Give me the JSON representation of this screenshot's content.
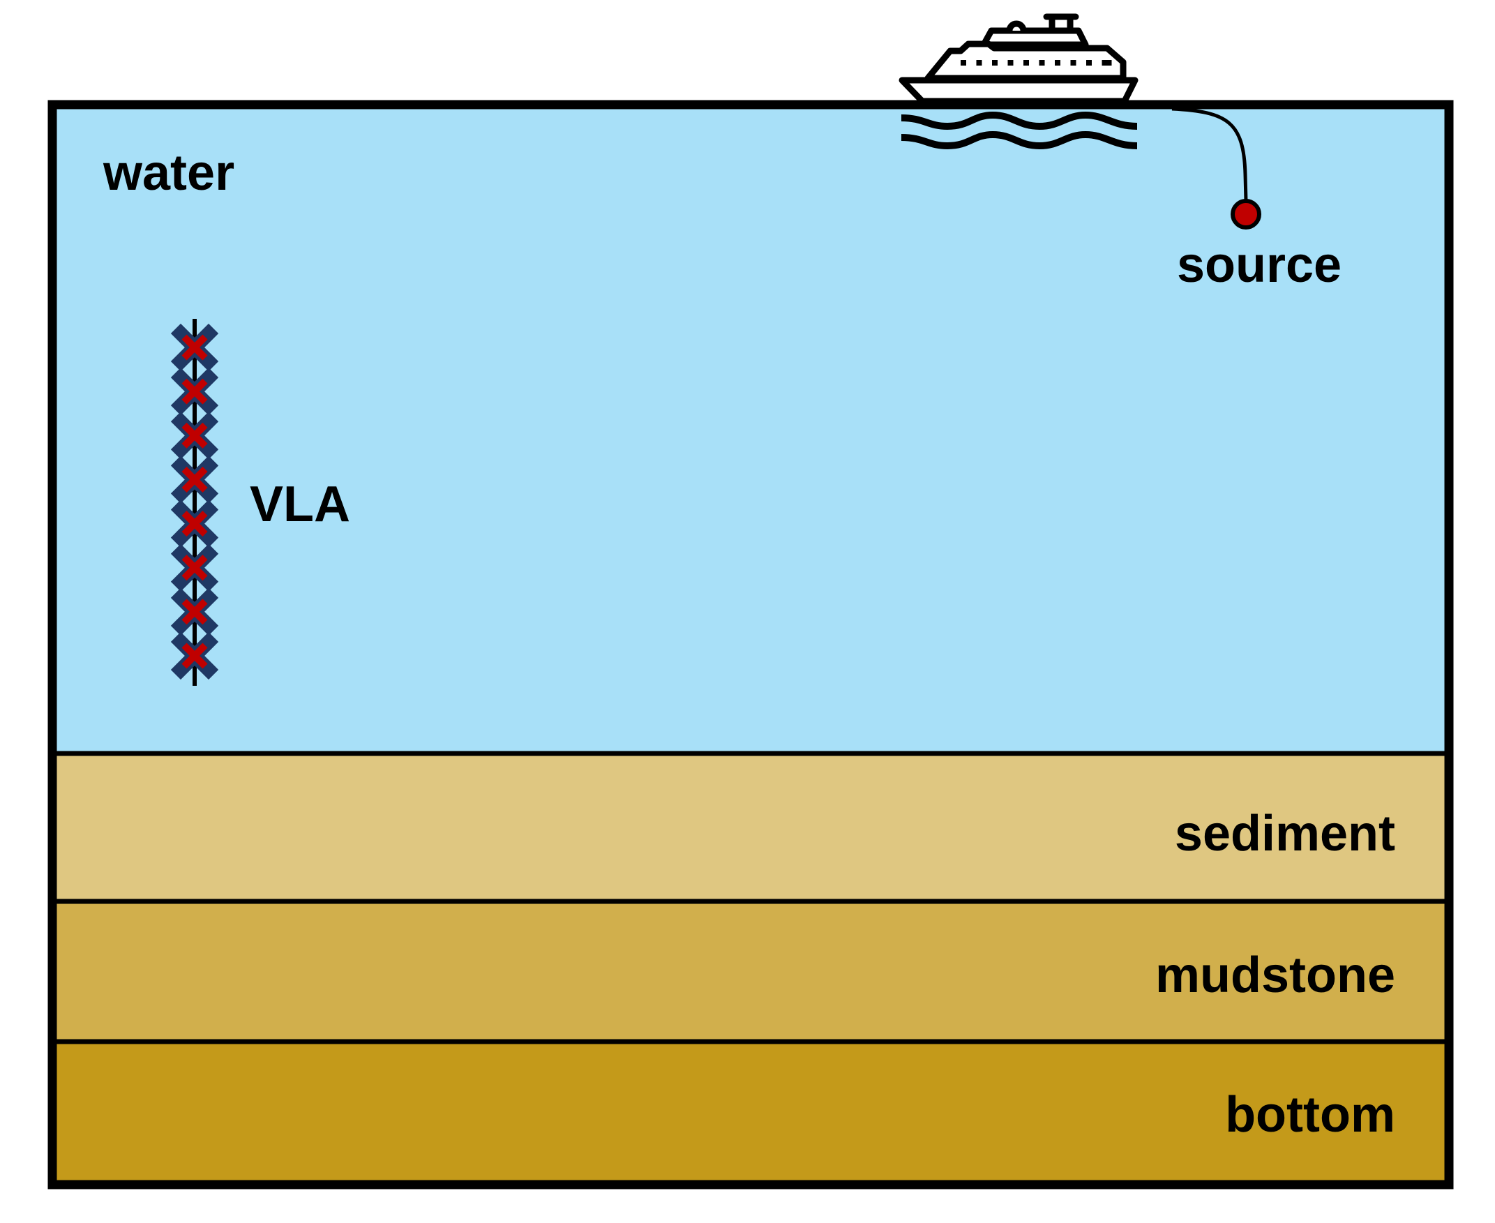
{
  "diagram": {
    "title": "Ocean acoustic waveguide schematic",
    "layers": [
      {
        "id": "water",
        "label": "water",
        "color": "#A8E0F8"
      },
      {
        "id": "sediment",
        "label": "sediment",
        "color": "#DFC781"
      },
      {
        "id": "mudstone",
        "label": "mudstone",
        "color": "#D1AF4C"
      },
      {
        "id": "bottom",
        "label": "bottom",
        "color": "#C49A1A"
      }
    ],
    "array": {
      "label": "VLA",
      "element_count": 8,
      "element_icon": "x-cross-icon",
      "element_color": "#C00000",
      "element_outline": "#1F3864"
    },
    "source": {
      "label": "source",
      "color": "#C00000",
      "icon": "source-ball-icon"
    },
    "ship": {
      "icon": "ship-icon"
    },
    "waves": {
      "icon": "waves-icon",
      "rows": 2
    },
    "outline_color": "#000000"
  }
}
